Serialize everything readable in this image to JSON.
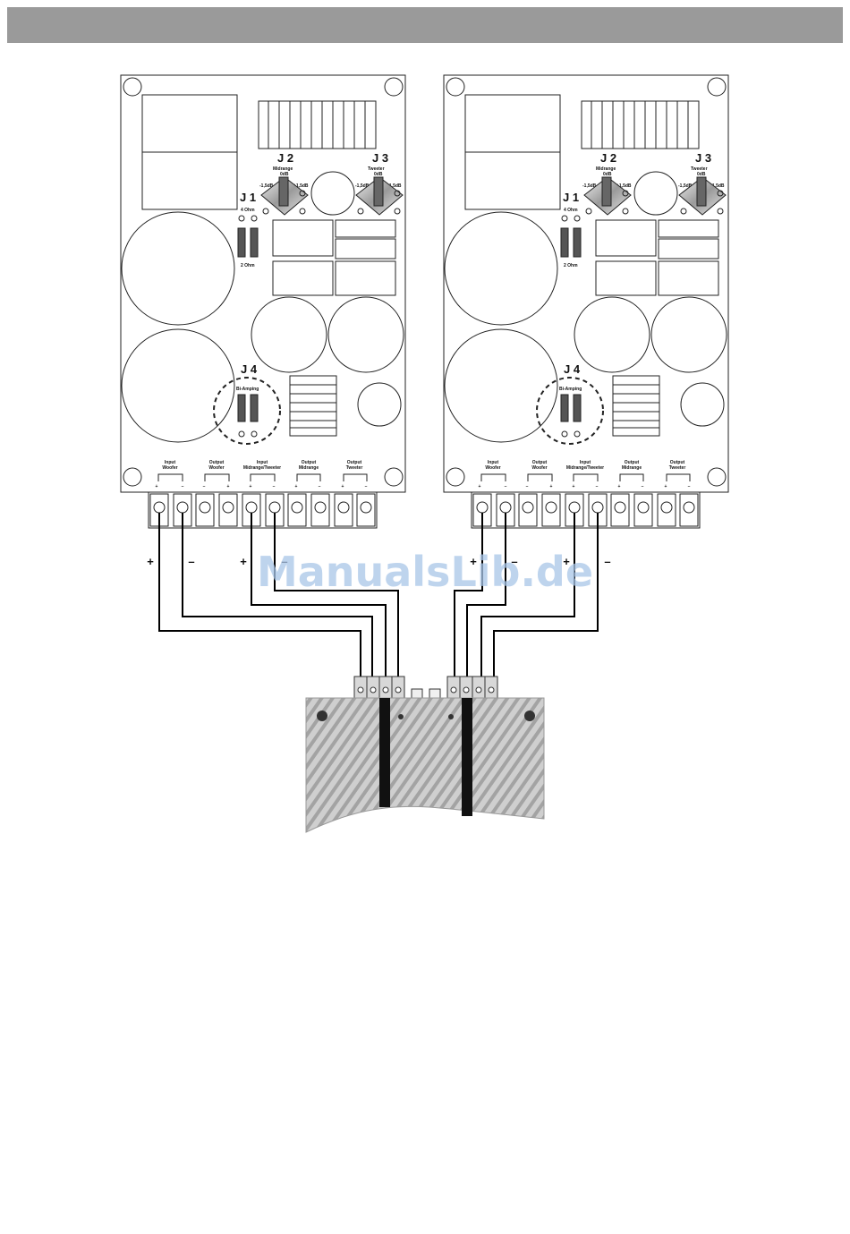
{
  "boards": [
    {
      "j1": "J 1",
      "j1_top": "4 Ohm",
      "j1_bottom": "2 Ohm",
      "j2": "J 2",
      "j2_sub": "Midrange",
      "j2_0": "0dB",
      "j2_neg": "-1,5dB",
      "j2_pos": "+1,5dB",
      "j3": "J 3",
      "j3_sub": "Tweeter",
      "j3_0": "0dB",
      "j3_neg": "-1,5dB",
      "j3_pos": "+1,5dB",
      "j4": "J 4",
      "j4_sub": "Bi-Amping",
      "groups": [
        {
          "l1": "Input",
          "l2": "Woofer",
          "s1": "+",
          "s2": "–"
        },
        {
          "l1": "Output",
          "l2": "Woofer",
          "s1": "–",
          "s2": "+"
        },
        {
          "l1": "Input",
          "l2": "Midrange/Tweeter",
          "s1": "+",
          "s2": "–"
        },
        {
          "l1": "Output",
          "l2": "Midrange",
          "s1": "+",
          "s2": "–"
        },
        {
          "l1": "Output",
          "l2": "Tweeter",
          "s1": "+",
          "s2": "–"
        }
      ]
    },
    {
      "j1": "J 1",
      "j1_top": "4 Ohm",
      "j1_bottom": "2 Ohm",
      "j2": "J 2",
      "j2_sub": "Midrange",
      "j2_0": "0dB",
      "j2_neg": "-1,5dB",
      "j2_pos": "+1,5dB",
      "j3": "J 3",
      "j3_sub": "Tweeter",
      "j3_0": "0dB",
      "j3_neg": "-1,5dB",
      "j3_pos": "+1,5dB",
      "j4": "J 4",
      "j4_sub": "Bi-Amping",
      "groups": [
        {
          "l1": "Input",
          "l2": "Woofer",
          "s1": "+",
          "s2": "–"
        },
        {
          "l1": "Output",
          "l2": "Woofer",
          "s1": "–",
          "s2": "+"
        },
        {
          "l1": "Input",
          "l2": "Midrange/Tweeter",
          "s1": "+",
          "s2": "–"
        },
        {
          "l1": "Output",
          "l2": "Midrange",
          "s1": "+",
          "s2": "–"
        },
        {
          "l1": "Output",
          "l2": "Tweeter",
          "s1": "+",
          "s2": "–"
        }
      ]
    }
  ],
  "wire_polarity": [
    "+",
    "–",
    "+",
    "–",
    "+",
    "–",
    "+",
    "–"
  ],
  "watermark": "ManualsLib.de",
  "colors": {
    "header": "#9a9a9a",
    "wire": "#000000",
    "board_outline": "#222222",
    "watermark": "#a9c6e8"
  }
}
